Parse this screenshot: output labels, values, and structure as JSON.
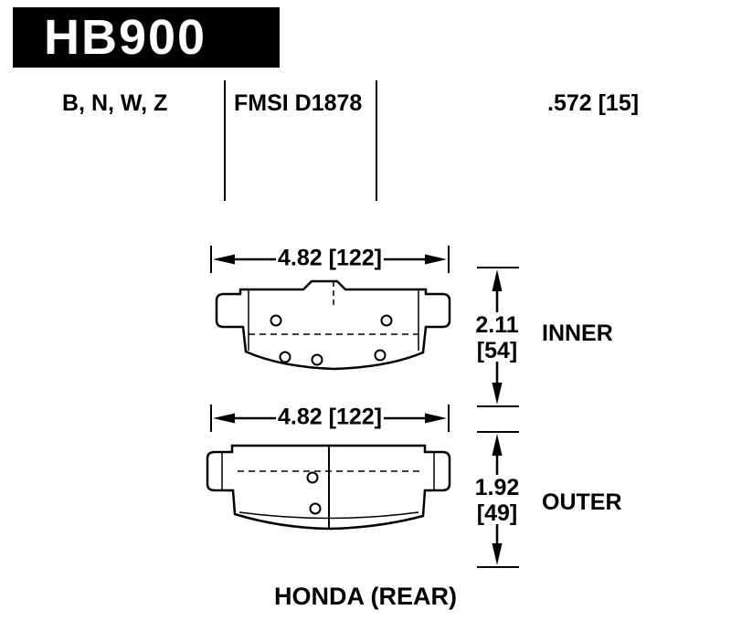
{
  "title": {
    "part_number": "HB900"
  },
  "header": {
    "compounds": "B, N, W, Z",
    "fmsi": "FMSI D1878",
    "thickness": ".572 [15]"
  },
  "inner_pad": {
    "label": "INNER",
    "width_dim": "4.82 [122]",
    "height_dim": {
      "in": "2.11",
      "mm": "[54]"
    }
  },
  "outer_pad": {
    "label": "OUTER",
    "width_dim": "4.82 [122]",
    "height_dim": {
      "in": "1.92",
      "mm": "[49]"
    }
  },
  "footer": {
    "application": "HONDA (REAR)"
  },
  "colors": {
    "ink": "#000000",
    "paper": "#ffffff",
    "header_bg": "#000000",
    "header_text": "#ffffff"
  }
}
